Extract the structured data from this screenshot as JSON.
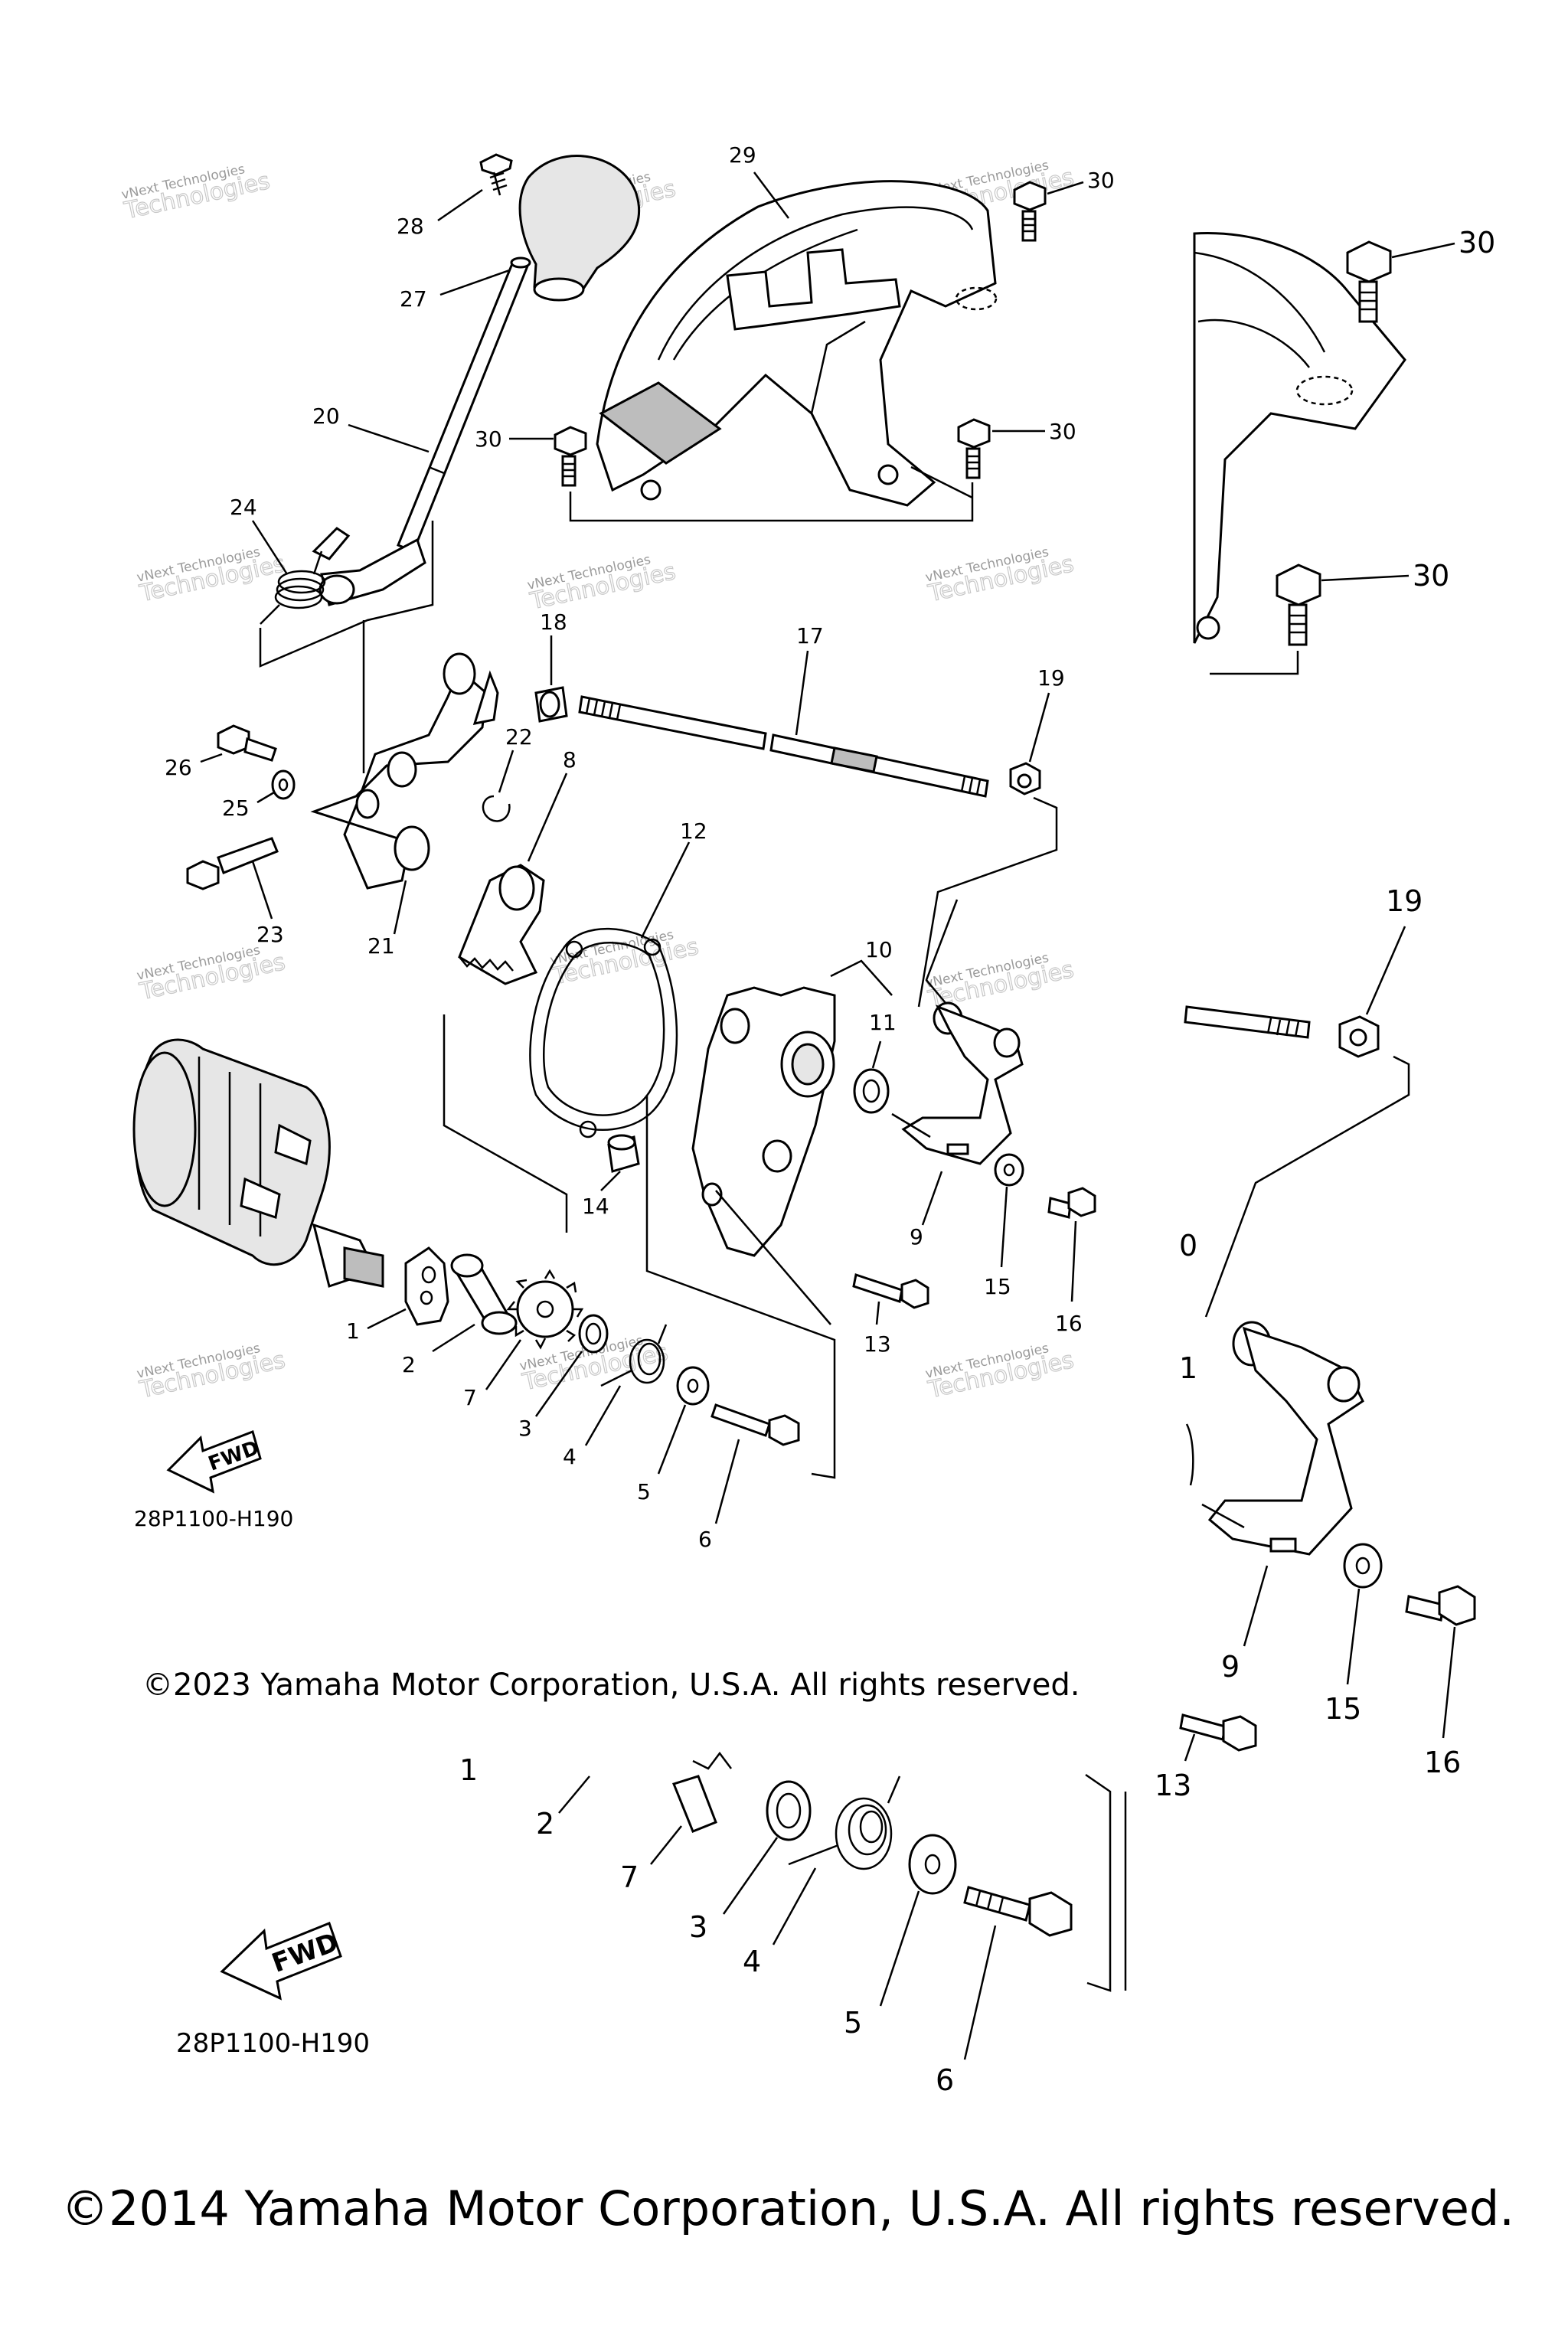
{
  "labels": {
    "l28": "28",
    "l27": "27",
    "l29": "29",
    "l30a": "30",
    "l30b": "30",
    "l30c": "30",
    "l30d": "30",
    "l30e": "30",
    "l20": "20",
    "l24": "24",
    "l18": "18",
    "l17": "17",
    "l19": "19",
    "l19b": "19",
    "l26": "26",
    "l22": "22",
    "l8": "8",
    "l25": "25",
    "l23": "23",
    "l21": "21",
    "l12": "12",
    "l10": "10",
    "l11": "11",
    "l9": "9",
    "l15": "15",
    "l16": "16",
    "l14": "14",
    "l13": "13",
    "l1": "1",
    "l2": "2",
    "l7": "7",
    "l3": "3",
    "l4": "4",
    "l5": "5",
    "l6": "6",
    "l0r": "0",
    "l1r": "1",
    "l9r": "9",
    "l15r": "15",
    "l16r": "16",
    "l13r": "13",
    "l1b": "1",
    "l2b": "2",
    "l7b": "7",
    "l3b": "3",
    "l4b": "4",
    "l5b": "5",
    "l6b": "6"
  },
  "fwd_label": "FWD",
  "diagram_code": "28P1100-H190",
  "diagram_code_lower": "28P1100-H190",
  "watermark": {
    "line1": "vNext Technologies",
    "line2": "Technologies"
  },
  "copyright_mid": "©2023 Yamaha Motor Corporation, U.S.A. All rights reserved.",
  "copyright_bottom": "©2014 Yamaha Motor Corporation, U.S.A. All rights reserved."
}
